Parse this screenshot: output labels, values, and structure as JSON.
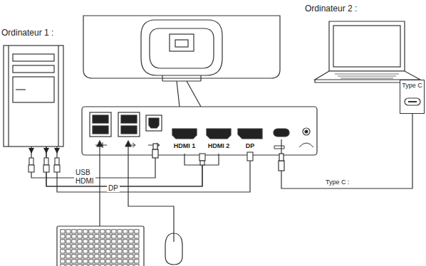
{
  "diagram": {
    "nodes": [
      {
        "text": [
          "Ordinateur 1 :"
        ]
      },
      {
        "text": [
          "Ordinateur 2 :"
        ]
      },
      {
        "text": [
          "Type C"
        ]
      },
      {
        "text": [
          "HDMI 1"
        ]
      },
      {
        "text": [
          "HDMI 2"
        ]
      },
      {
        "text": [
          "DP"
        ]
      }
    ],
    "edges": [
      {
        "from": 0,
        "to": 3,
        "arrow": "none",
        "label": "HDMI"
      },
      {
        "from": 0,
        "to": 4,
        "arrow": "none"
      },
      {
        "from": 0,
        "to": 5,
        "arrow": "none",
        "label": "DP"
      }
    ],
    "labels": [
      "USB",
      "Type C :"
    ]
  }
}
